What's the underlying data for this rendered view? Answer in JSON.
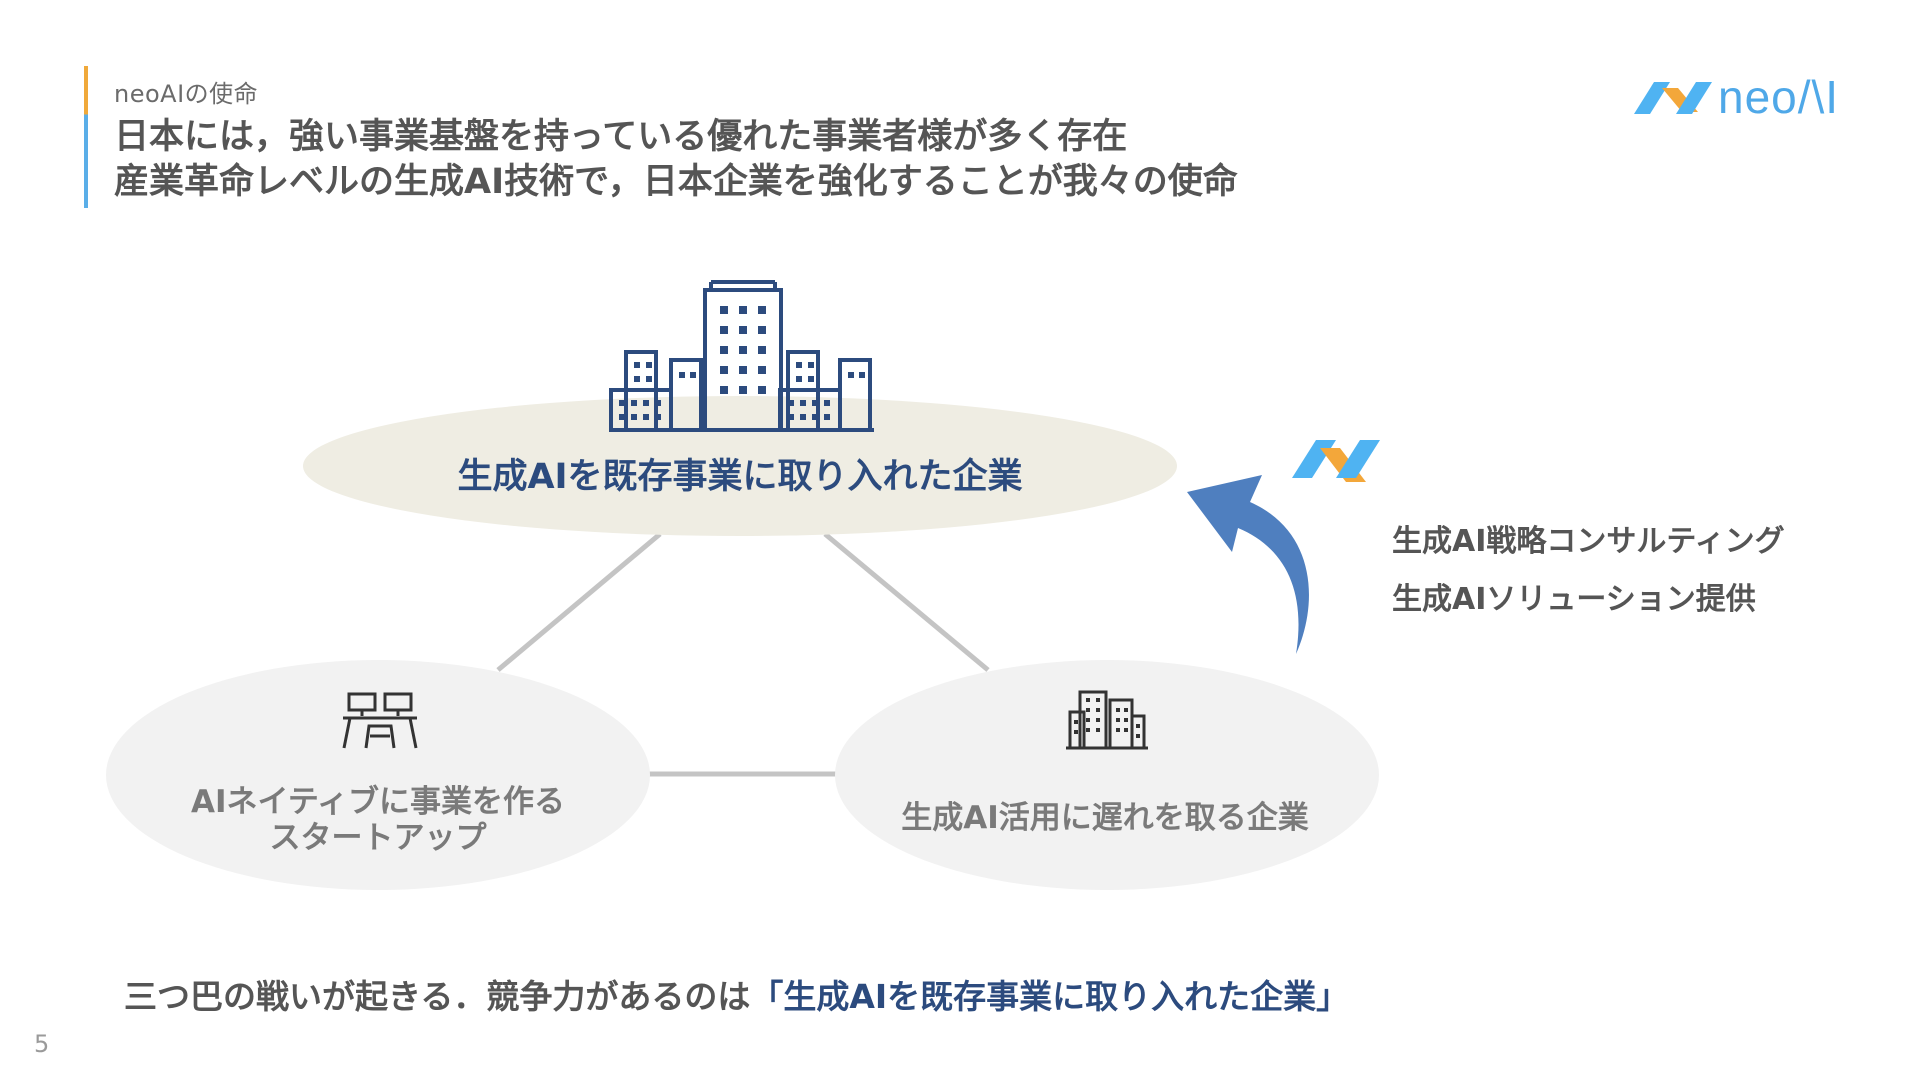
{
  "header": {
    "section_label": "neoAIの使命",
    "headline_line1": "日本には，強い事業基盤を持っている優れた事業者様が多く存在",
    "headline_line2": "産業革命レベルの生成AI技術で，日本企業を強化することが我々の使命"
  },
  "logo": {
    "text": "neo/\\I",
    "icon": "neoai-bird-logo-icon",
    "colors": {
      "blue": "#4fb3f2",
      "orange": "#f3a73a"
    }
  },
  "diagram": {
    "top": {
      "label": "生成AIを既存事業に取り入れた企業",
      "icon": "city-buildings-icon"
    },
    "left": {
      "label_line1": "AIネイティブに事業を作る",
      "label_line2": "スタートアップ",
      "icon": "desks-workstation-icon"
    },
    "right": {
      "label": "生成AI活用に遅れを取る企業",
      "icon": "office-buildings-icon"
    },
    "arrow_icon": "curved-up-arrow-icon"
  },
  "offerings": {
    "item1": "生成AI戦略コンサルティング",
    "item2": "生成AIソリューション提供"
  },
  "conclusion": {
    "prefix": "三つ巴の戦いが起きる．競争力があるのは",
    "highlight": "「生成AIを既存事業に取り入れた企業」"
  },
  "page_number": "5",
  "colors": {
    "navy": "#2c4b7e",
    "top_ellipse": "#efede3",
    "side_ellipse": "#f2f2f2",
    "arrow": "#4f7fbf",
    "connector": "#c4c4c4",
    "header_orange": "#f0a93a",
    "header_blue": "#5aaee8"
  }
}
